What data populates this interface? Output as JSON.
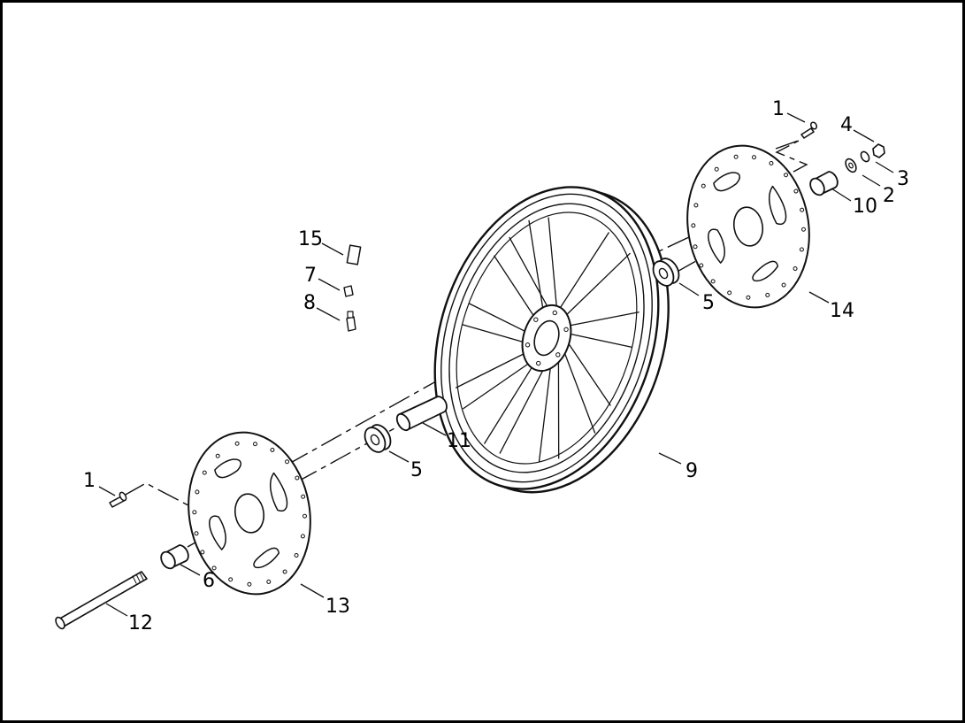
{
  "diagram": {
    "type": "exploded-parts-view",
    "callouts": {
      "bolt_top": "1",
      "washer_top": "2",
      "lockwasher_top": "3",
      "nut_top": "4",
      "bearing_right": "5",
      "bearing_left": "5",
      "bolt_left": "1",
      "spacer_left": "6",
      "valve_cap": "7",
      "valve_stem": "8",
      "wheel": "9",
      "spacer_right": "10",
      "sleeve": "11",
      "axle": "12",
      "rotor_left": "13",
      "rotor_right": "14",
      "weight": "15"
    }
  }
}
